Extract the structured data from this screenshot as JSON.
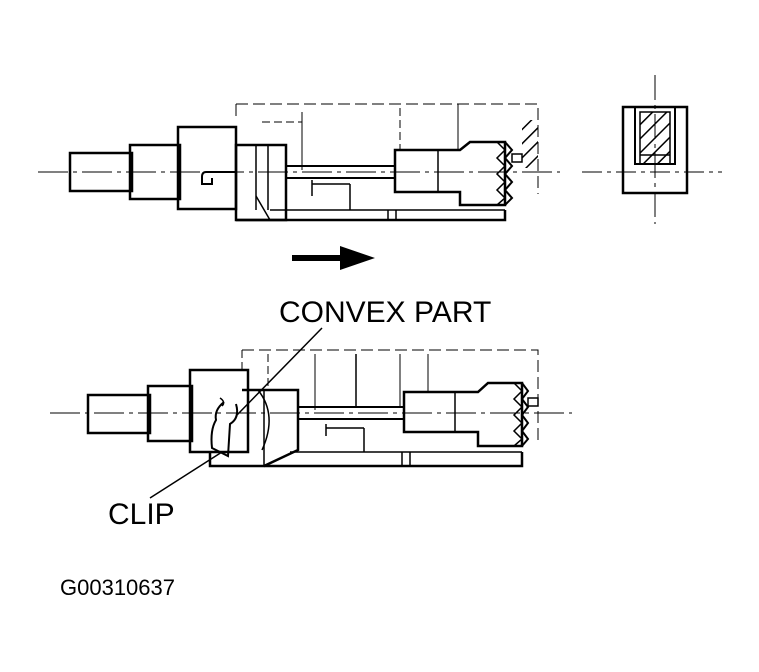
{
  "labels": {
    "convex_part": "CONVEX PART",
    "clip": "CLIP",
    "figure_code": "G00310637"
  },
  "colors": {
    "line": "#000000",
    "background": "#ffffff"
  },
  "icons": {
    "direction_arrow": "right-arrow-icon"
  }
}
